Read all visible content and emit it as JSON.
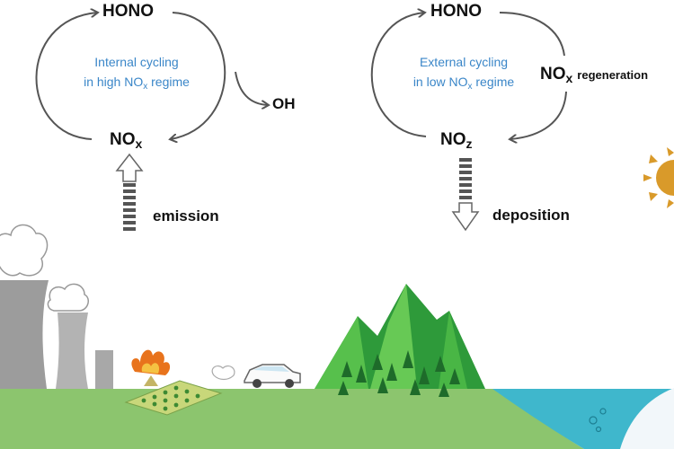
{
  "left_cycle": {
    "top_species": "HONO",
    "bottom_species": "NO",
    "bottom_sub": "x",
    "side_product": "OH",
    "description_line1": "Internal cycling",
    "description_line2_pre": "in high NO",
    "description_line2_sub": "x",
    "description_line2_post": " regime",
    "flux_label": "emission"
  },
  "right_cycle": {
    "top_species": "HONO",
    "bottom_species": "NO",
    "bottom_sub": "z",
    "side_species": "NO",
    "side_sub": "x",
    "side_label": "regeneration",
    "description_line1": "External cycling",
    "description_line2_pre": "in low NO",
    "description_line2_sub": "x",
    "description_line2_post": " regime",
    "flux_label": "deposition"
  },
  "colors": {
    "arrow": "#555555",
    "text_blue": "#3a86c8",
    "ground": "#8cc56e",
    "mountain": "#2e9a3a",
    "water": "#3fb7cc",
    "sun": "#d99a2a"
  }
}
